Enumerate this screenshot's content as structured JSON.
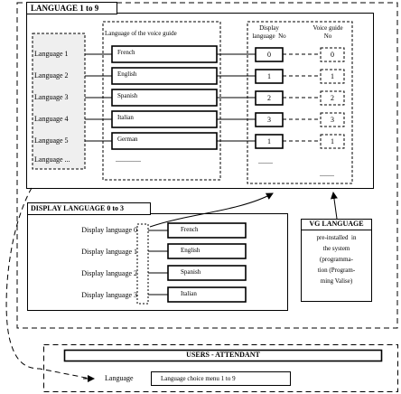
{
  "language_panel": {
    "title": "LANGUAGE 1 to 9",
    "guide_heading": "Language   of the voice guide",
    "display_no_heading": "Display\nlanguage  No",
    "voice_no_heading": "Voice guide\nNo",
    "rows": [
      {
        "label": "Language  1",
        "name": "French",
        "display_no": "0",
        "voice_no": "0"
      },
      {
        "label": "Language  2",
        "name": "English",
        "display_no": "1",
        "voice_no": "1"
      },
      {
        "label": "Language  3",
        "name": "Spanish",
        "display_no": "2",
        "voice_no": "2"
      },
      {
        "label": "Language  4",
        "name": "Italian",
        "display_no": "3",
        "voice_no": "3"
      },
      {
        "label": "Language  5",
        "name": "German",
        "display_no": "1",
        "voice_no": "1"
      }
    ],
    "more_label": "Language  ...",
    "ellipsis": "..............",
    "ellipsis_short": "........"
  },
  "display_panel": {
    "title": "DISPLAY LANGUAGE 0 to 3",
    "rows": [
      {
        "label": "Display language  0",
        "name": "French"
      },
      {
        "label": "Display language  1",
        "name": "English"
      },
      {
        "label": "Display language  2",
        "name": "Spanish"
      },
      {
        "label": "Display language  3",
        "name": "Italian"
      }
    ]
  },
  "vg_panel": {
    "title": "VG LANGUAGE",
    "text": "pre-installed  in\nthe system\n(programma-\ntion (Program-\nming Valise)"
  },
  "users_panel": {
    "title": "USERS - ATTENDANT",
    "language_label": "Language",
    "menu_label": "Language  choice  menu 1 to 9"
  }
}
